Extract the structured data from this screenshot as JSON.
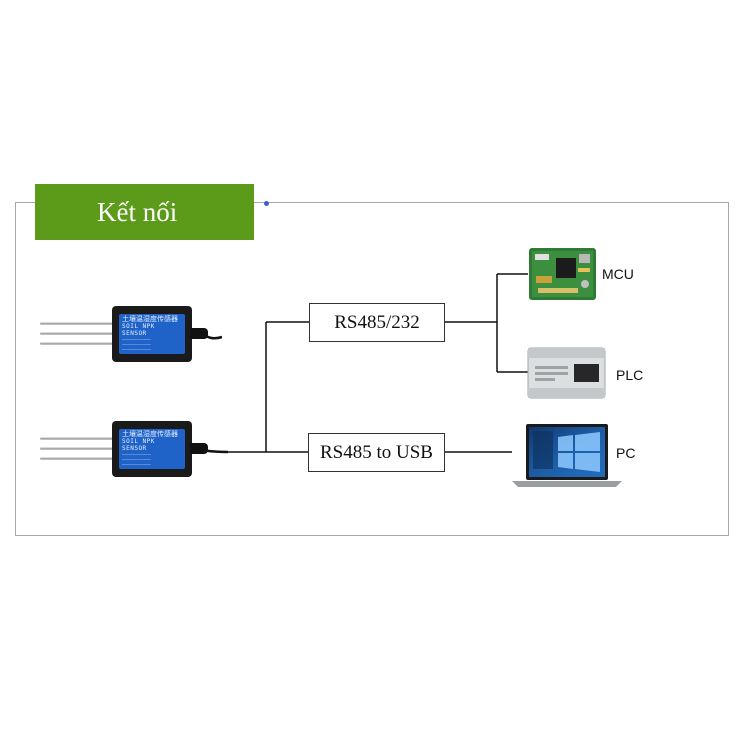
{
  "title": "Kết nối",
  "sensor_label": {
    "line1": "土壤温湿度传感器",
    "line2": "SOIL NPK SENSOR"
  },
  "interfaces": {
    "rs485_232": "RS485/232",
    "rs485_usb": "RS485 to USB"
  },
  "devices": {
    "mcu": "MCU",
    "plc": "PLC",
    "pc": "PC"
  },
  "colors": {
    "title_bg": "#5c9a1a",
    "sensor_label_bg": "#1f63c8",
    "frame": "#a8a8a8"
  }
}
